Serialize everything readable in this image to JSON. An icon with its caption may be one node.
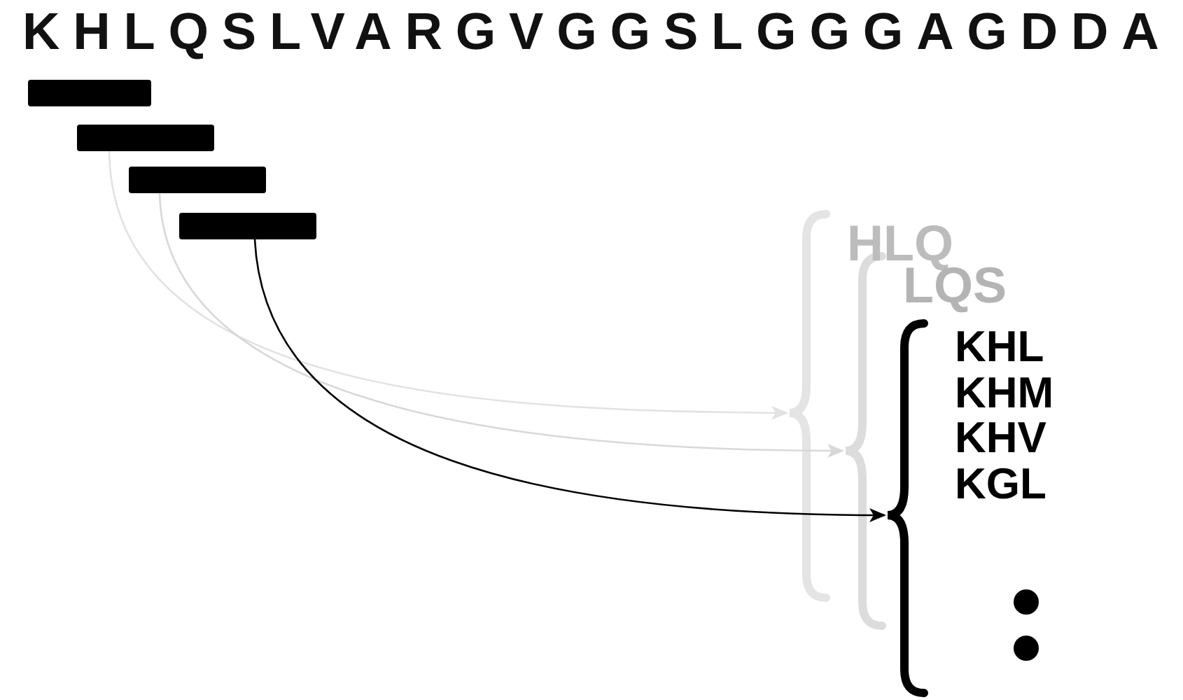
{
  "diagram": {
    "nodes": [
      {
        "text": [],
        "shape": "bar"
      },
      {
        "text": [],
        "shape": "bar"
      },
      {
        "text": [],
        "shape": "bar"
      },
      {
        "text": [],
        "shape": "bar"
      },
      {
        "text": [
          "HLQ"
        ]
      },
      {
        "text": [
          "LQS"
        ]
      },
      {
        "text": [
          "KHL",
          "KHM",
          "KHV",
          "KGL"
        ]
      }
    ],
    "edges": [
      {
        "from": 1,
        "to": 4,
        "arrow": "to",
        "color": "#e2e2e2"
      },
      {
        "from": 2,
        "to": 5,
        "arrow": "to",
        "color": "#d8d8d8"
      },
      {
        "from": 3,
        "to": 6,
        "arrow": "to",
        "color": "#000000"
      }
    ],
    "labels": [
      "KHLQSLVARGVGGSLGGGAGDDA"
    ]
  }
}
